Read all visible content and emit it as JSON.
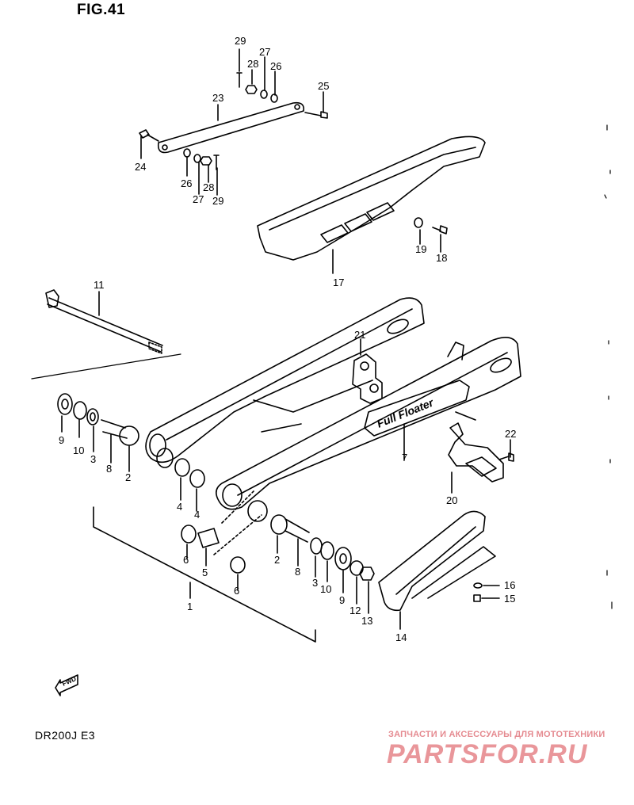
{
  "figure": {
    "title": "FIG.41"
  },
  "model": {
    "code": "DR200J  E3"
  },
  "watermark": {
    "tagline": "ЗАПЧАСТИ И АКСЕССУАРЫ ДЛЯ МОТОТЕХНИКИ",
    "brand": "PARTSFOR.RU"
  },
  "swingarm_decal": {
    "text": "Full Floater"
  },
  "fwd_arrow": {
    "text": "FWD"
  },
  "callouts": {
    "c29a": "29",
    "c27a": "27",
    "c28a": "28",
    "c26a": "26",
    "c25": "25",
    "c23": "23",
    "c24": "24",
    "c26b": "26",
    "c27b": "27",
    "c28b": "28",
    "c29b": "29",
    "c19": "19",
    "c18": "18",
    "c17": "17",
    "c11": "11",
    "c21": "21",
    "c9a": "9",
    "c10a": "10",
    "c3a": "3",
    "c8a": "8",
    "c2a": "2",
    "c4a": "4",
    "c4b": "4",
    "c7": "7",
    "c22": "22",
    "c20": "20",
    "c6a": "6",
    "c5": "5",
    "c6b": "6",
    "c2b": "2",
    "c8b": "8",
    "c3b": "3",
    "c10b": "10",
    "c9b": "9",
    "c12": "12",
    "c13": "13",
    "c16": "16",
    "c15": "15",
    "c14": "14",
    "c1": "1"
  }
}
